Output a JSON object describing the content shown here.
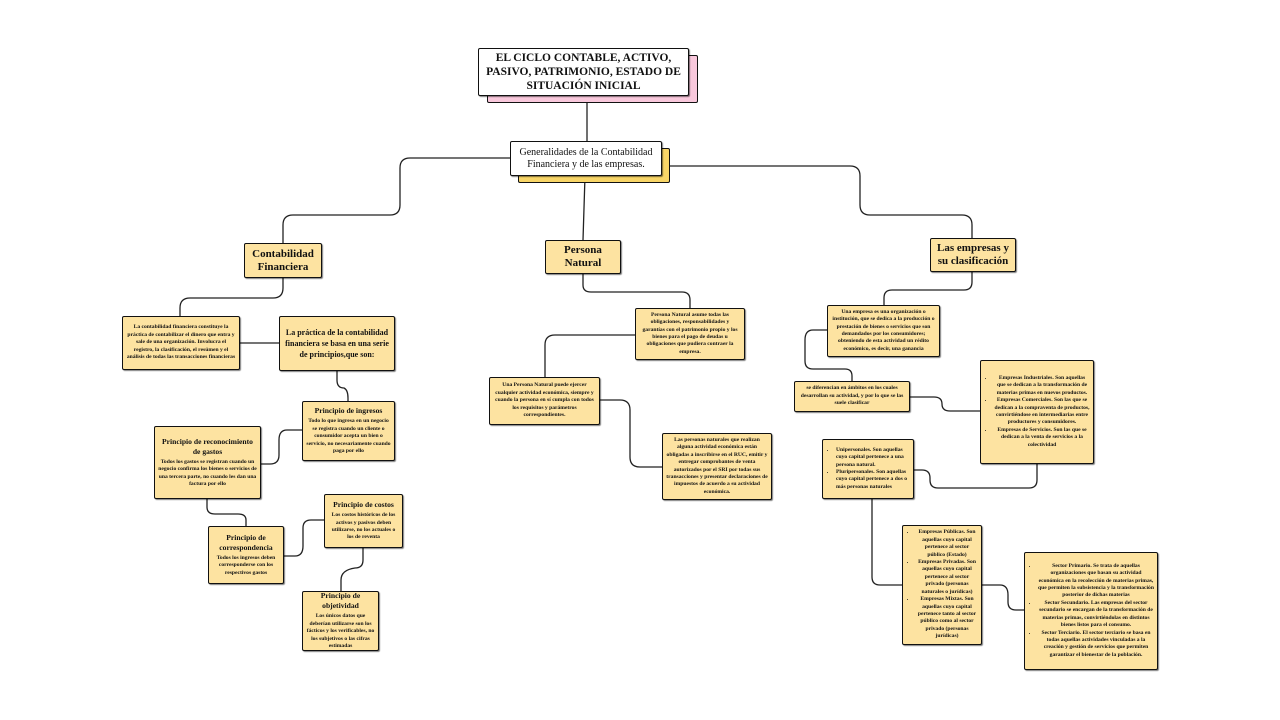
{
  "title": "EL CICLO CONTABLE, ACTIVO, PASIVO, PATRIMONIO, ESTADO DE SITUACIÓN INICIAL",
  "subtitle": "Generalidades de la Contabilidad Financiera y de las empresas.",
  "colors": {
    "box": "#fde3a1",
    "title_shadow": "#f9c8dc",
    "subtitle_shadow": "#f8d567"
  },
  "contabilidad": {
    "heading": "Contabilidad Financiera",
    "definition": "La contabilidad financiera constituye la práctica de contabilizar el dinero que entra y sale de una organización. Involucra el registro, la clasificación, el resúmen y el análisis de todas las transacciones financieras",
    "practica": "La práctica de la contabilidad financiera se basa en una serie de principios,que son:",
    "principios": {
      "ingresos": {
        "title": "Principio de ingresos",
        "text": "Todo lo que ingresa en un negocio se registra cuando un cliente o consumidor acepta un bien o servicio, no necesariamente cuando paga por ello"
      },
      "reconocimiento": {
        "title": "Principio de reconocimiento de gastos",
        "text": "Todos los gastos se registran cuando un negocio confirma los bienes o servicios de una tercera parte, no cuando les dan una factura por ello"
      },
      "correspondencia": {
        "title": "Principio de correspondencia",
        "text": "Todos los ingresos deben corresponderse con los respectivos gastos"
      },
      "costos": {
        "title": "Principio de costos",
        "text": "Los costos históricos de los activos y pasivos deben utilizarse, no los actuales o los de reventa"
      },
      "objetividad": {
        "title": "Principio de objetividad",
        "text": "Los únicos datos que deberían utilizarse son los fácticos y los verificables, no los subjetivos o las cifras estimadas"
      }
    }
  },
  "persona": {
    "heading": "Persona Natural",
    "p1": "Persona Natural asume todas las obligaciones, responsabilidades y garantías con el patrimonio propio y los bienes para el pago de deudas u obligaciones que pudiera contraer la empresa.",
    "p2": "Una Persona Natural puede ejercer cualquier actividad económica, siempre y cuando la persona en sí cumpla con todos los requisitos y parámetros correspondientes.",
    "p3": "Las personas naturales que realizan alguna actividad económica están obligadas a inscribirse en el RUC, emitir y entregar comprobantes de venta autorizados por el SRI por todas sus transacciones y presentar declaraciones de impuestos de acuerdo a su actividad económica."
  },
  "empresas": {
    "heading": "Las empresas y su clasificación",
    "definition": "Una empresa es una organización o institución, que se dedica a la producción o prestación de bienes o servicios que son demandados por los consumidores; obteniendo de esta actividad un rédito económico, es decir, una ganancia",
    "diferencian": "se diferencian en ámbitos en los cuales desarrollan su actividad, y por lo que se las suele clasificar",
    "tipos": [
      "Empresas Industriales. Son aquellas que se dedican a la transformación de materias primas en nuevos productos.",
      "Empresas Comerciales. Son las que se dedican a la compraventa de productos, convirtiéndose en intermediarias entre productores y consumidores.",
      "Empresas de Servicios. Son las que se dedican a la venta de servicios a la colectividad"
    ],
    "propietarios": [
      "Unipersonales. Son aquellas cuyo capital pertenece a una persona natural.",
      "Pluripersonales. Son aquellas cuyo capital pertenece a dos o más personas naturales"
    ],
    "capital": [
      "Empresas Públicas. Son aquellas cuyo capital pertenece al sector público (Estado)",
      "Empresas Privadas. Son aquellas cuyo capital pertenece al sector privado (personas naturales o jurídicas)",
      "Empresas Mixtas. Son aquellas cuyo capital pertenece tanto al sector público como al sector privado (personas jurídicas)"
    ],
    "sectores": [
      "Sector Primario. Se trata de aquellas organizaciones que basan su actividad económica en la recolección de materias primas, que permiten la subsistencia y la transformación posterior de dichas materias",
      "Sector Secundario. Las empresas del sector secundario se encargan de la transformación de materias primas, convirtiéndolas en distintos bienes listos para el consumo.",
      "Sector Terciario. El sector terciario se basa en todas aquellas actividades vinculadas a la creación y gestión de servicios que permiten garantizar el bienestar de la población."
    ]
  }
}
